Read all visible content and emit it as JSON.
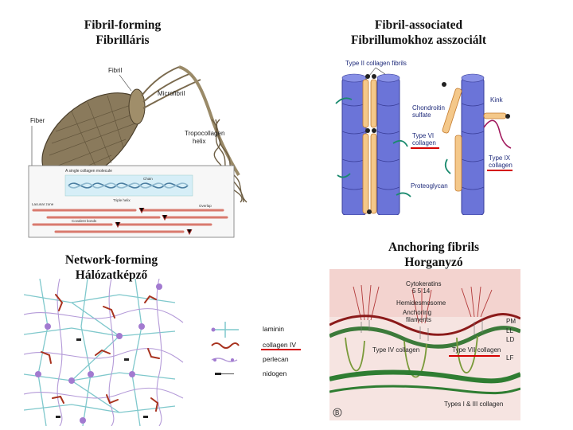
{
  "headings": {
    "top_left": [
      "Fibril-forming",
      "Fibrilláris"
    ],
    "top_right": [
      "Fibril-associated",
      "Fibrillumokhoz asszociált"
    ],
    "bottom_left": [
      "Network-forming",
      "Hálózatképző"
    ],
    "bottom_right": [
      "Anchoring fibrils",
      "Horganyzó"
    ]
  },
  "fibril_figure": {
    "labels": {
      "fibril": "Fibril",
      "microfibril": "Microfibril",
      "fiber": "Fiber",
      "tropocollagen": "Tropocollagen",
      "helix": "helix"
    },
    "inset": {
      "title": "A single collagen molecule",
      "chain": "Chain",
      "triple_helix": "Triple helix",
      "lacunar_zone": "Lacunar zone",
      "overlap": "Overlap",
      "covalent_bonds": "Covalent bonds"
    }
  },
  "fact_figure": {
    "labels": {
      "type_ii": "Type II collagen fibrils",
      "chondroitin": "Chondroitin",
      "sulfate": "sulfate",
      "type_vi_1": "Type VI",
      "type_vi_2": "collagen",
      "kink": "Kink",
      "type_ix_1": "Type IX",
      "type_ix_2": "collagen",
      "proteoglycan": "Proteoglycan"
    }
  },
  "network_figure": {
    "legend": {
      "laminin": "laminin",
      "collagen_iv": "collagen IV",
      "perlecan": "perlecan",
      "nidogen": "nidogen"
    }
  },
  "anchoring_figure": {
    "labels": {
      "cytokeratins_1": "Cytokeratins",
      "cytokeratins_2": "5 5 14",
      "hemidesmosome": "Hemidesmosome",
      "anchoring_1": "Anchoring",
      "anchoring_2": "filaments",
      "pm": "PM",
      "ll": "LL",
      "ld": "LD",
      "type_iv": "Type IV collagen",
      "type_vii": "Type VII collagen",
      "lf": "LF",
      "types_i_iii": "Types I & III collagen",
      "panel_letter": "B"
    }
  }
}
